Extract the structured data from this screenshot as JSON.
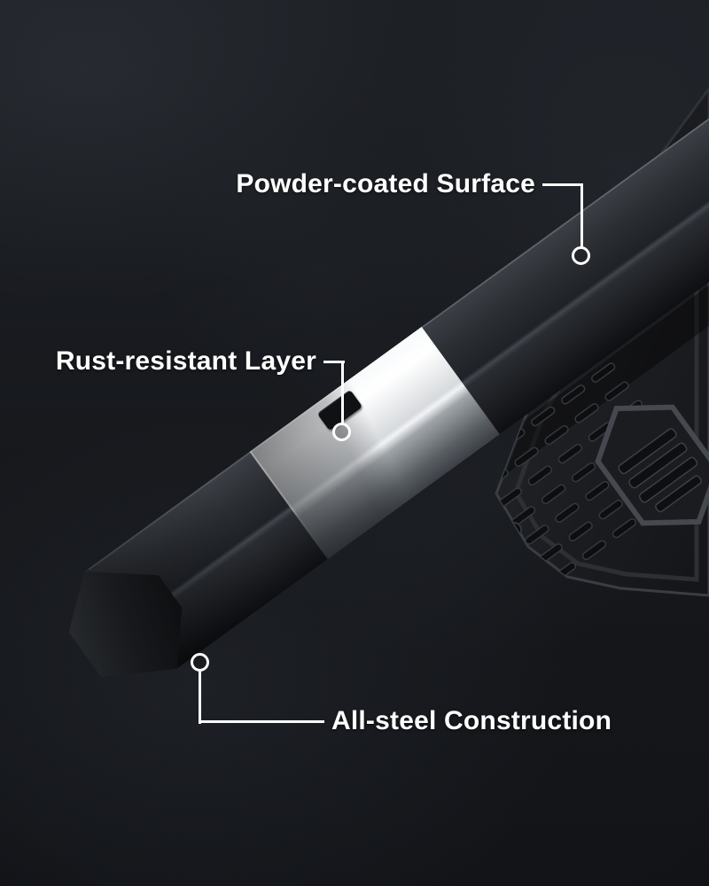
{
  "annotations": {
    "powder_coated": {
      "label": "Powder-coated Surface"
    },
    "rust_resistant": {
      "label": "Rust-resistant Layer"
    },
    "all_steel": {
      "label": "All-steel Construction"
    }
  },
  "colors": {
    "background": "#17191d",
    "label_text": "#ffffff",
    "callout": "#ffffff",
    "bar_black": "#26282c",
    "layer_silver": "#e8eaec"
  }
}
